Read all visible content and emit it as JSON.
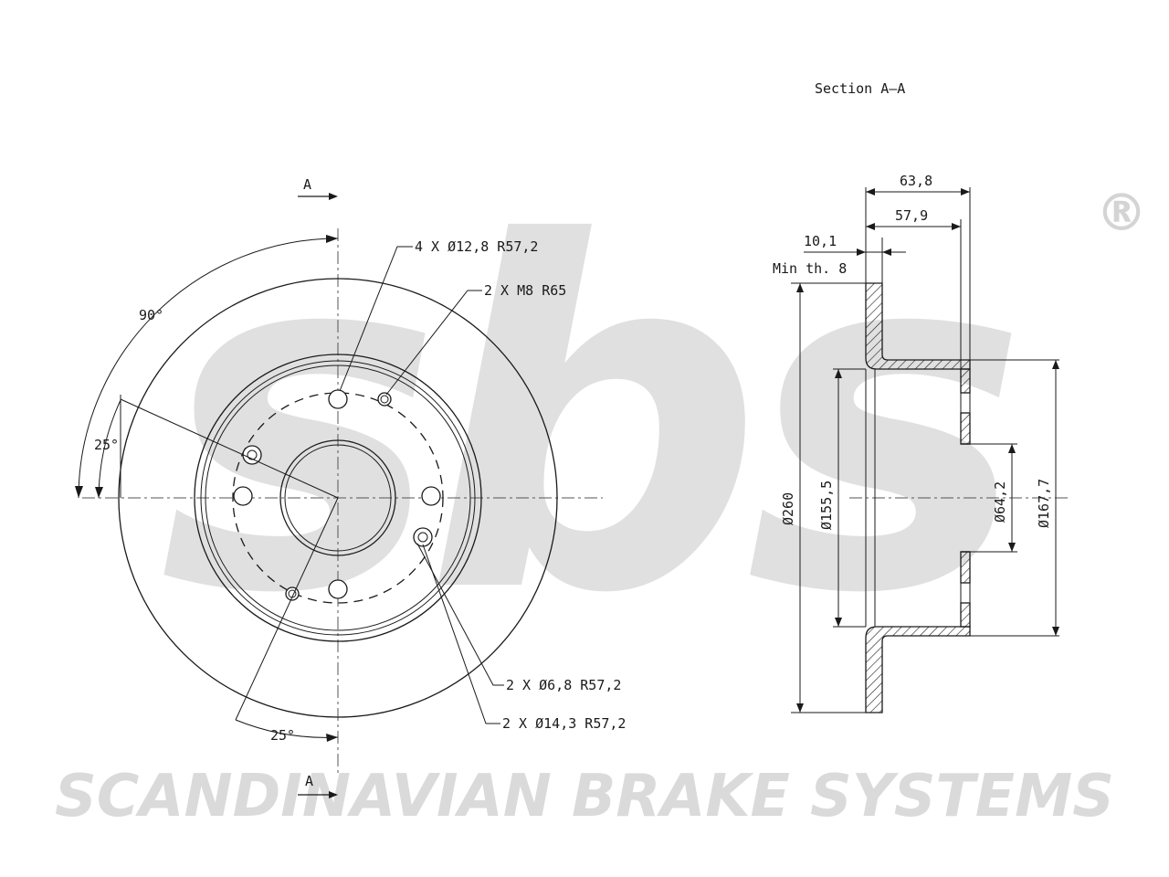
{
  "watermark": {
    "logo": "sbs",
    "registered": "®",
    "tagline": "SCANDINAVIAN BRAKE SYSTEMS",
    "color": "#d9d9d9"
  },
  "front_view": {
    "section_marker_top": "A",
    "section_marker_bottom": "A",
    "angle_90": "90°",
    "angle_25_left": "25°",
    "angle_25_bottom": "25°",
    "callout_holes_4": "4 X Ø12,8 R57,2",
    "callout_thread": "2 X M8 R65",
    "callout_holes_6_8": "2 X Ø6,8 R57,2",
    "callout_holes_14_3": "2 X Ø14,3 R57,2"
  },
  "section_view": {
    "title": "Section A–A",
    "overall_height": "63,8",
    "hat_height": "57,9",
    "thickness": "10,1",
    "min_thickness": "Min th. 8",
    "diameter_outer": "Ø260",
    "diameter_hat_inner": "Ø155,5",
    "diameter_center_bore": "Ø64,2",
    "diameter_hat_outer": "Ø167,7"
  },
  "colors": {
    "line": "#1a1a1a",
    "hatch": "#1a1a1a"
  }
}
